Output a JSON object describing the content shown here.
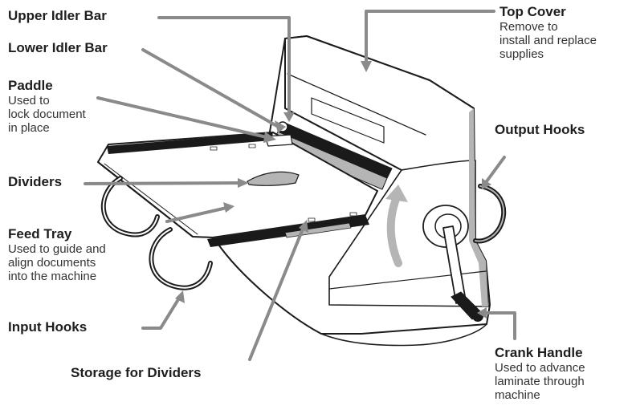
{
  "colors": {
    "leader": "#8a8a8a",
    "outline": "#1c1c1c",
    "roller": "#1a1a1a",
    "shade": "#b5b5b5",
    "paper": "#ffffff"
  },
  "labels": {
    "upper_idler_bar": {
      "title": "Upper Idler Bar"
    },
    "lower_idler_bar": {
      "title": "Lower Idler Bar"
    },
    "paddle": {
      "title": "Paddle",
      "desc": [
        "Used to",
        "lock document",
        "in place"
      ]
    },
    "dividers": {
      "title": "Dividers"
    },
    "feed_tray": {
      "title": "Feed Tray",
      "desc": [
        "Used to guide and",
        "align documents",
        "into the machine"
      ]
    },
    "input_hooks": {
      "title": "Input Hooks"
    },
    "storage_for_dividers": {
      "title": "Storage for Dividers"
    },
    "top_cover": {
      "title": "Top Cover",
      "desc": [
        "Remove to",
        "install and replace",
        "supplies"
      ]
    },
    "output_hooks": {
      "title": "Output Hooks"
    },
    "crank_handle": {
      "title": "Crank Handle",
      "desc": [
        "Used to advance",
        "laminate through",
        "machine"
      ]
    }
  }
}
